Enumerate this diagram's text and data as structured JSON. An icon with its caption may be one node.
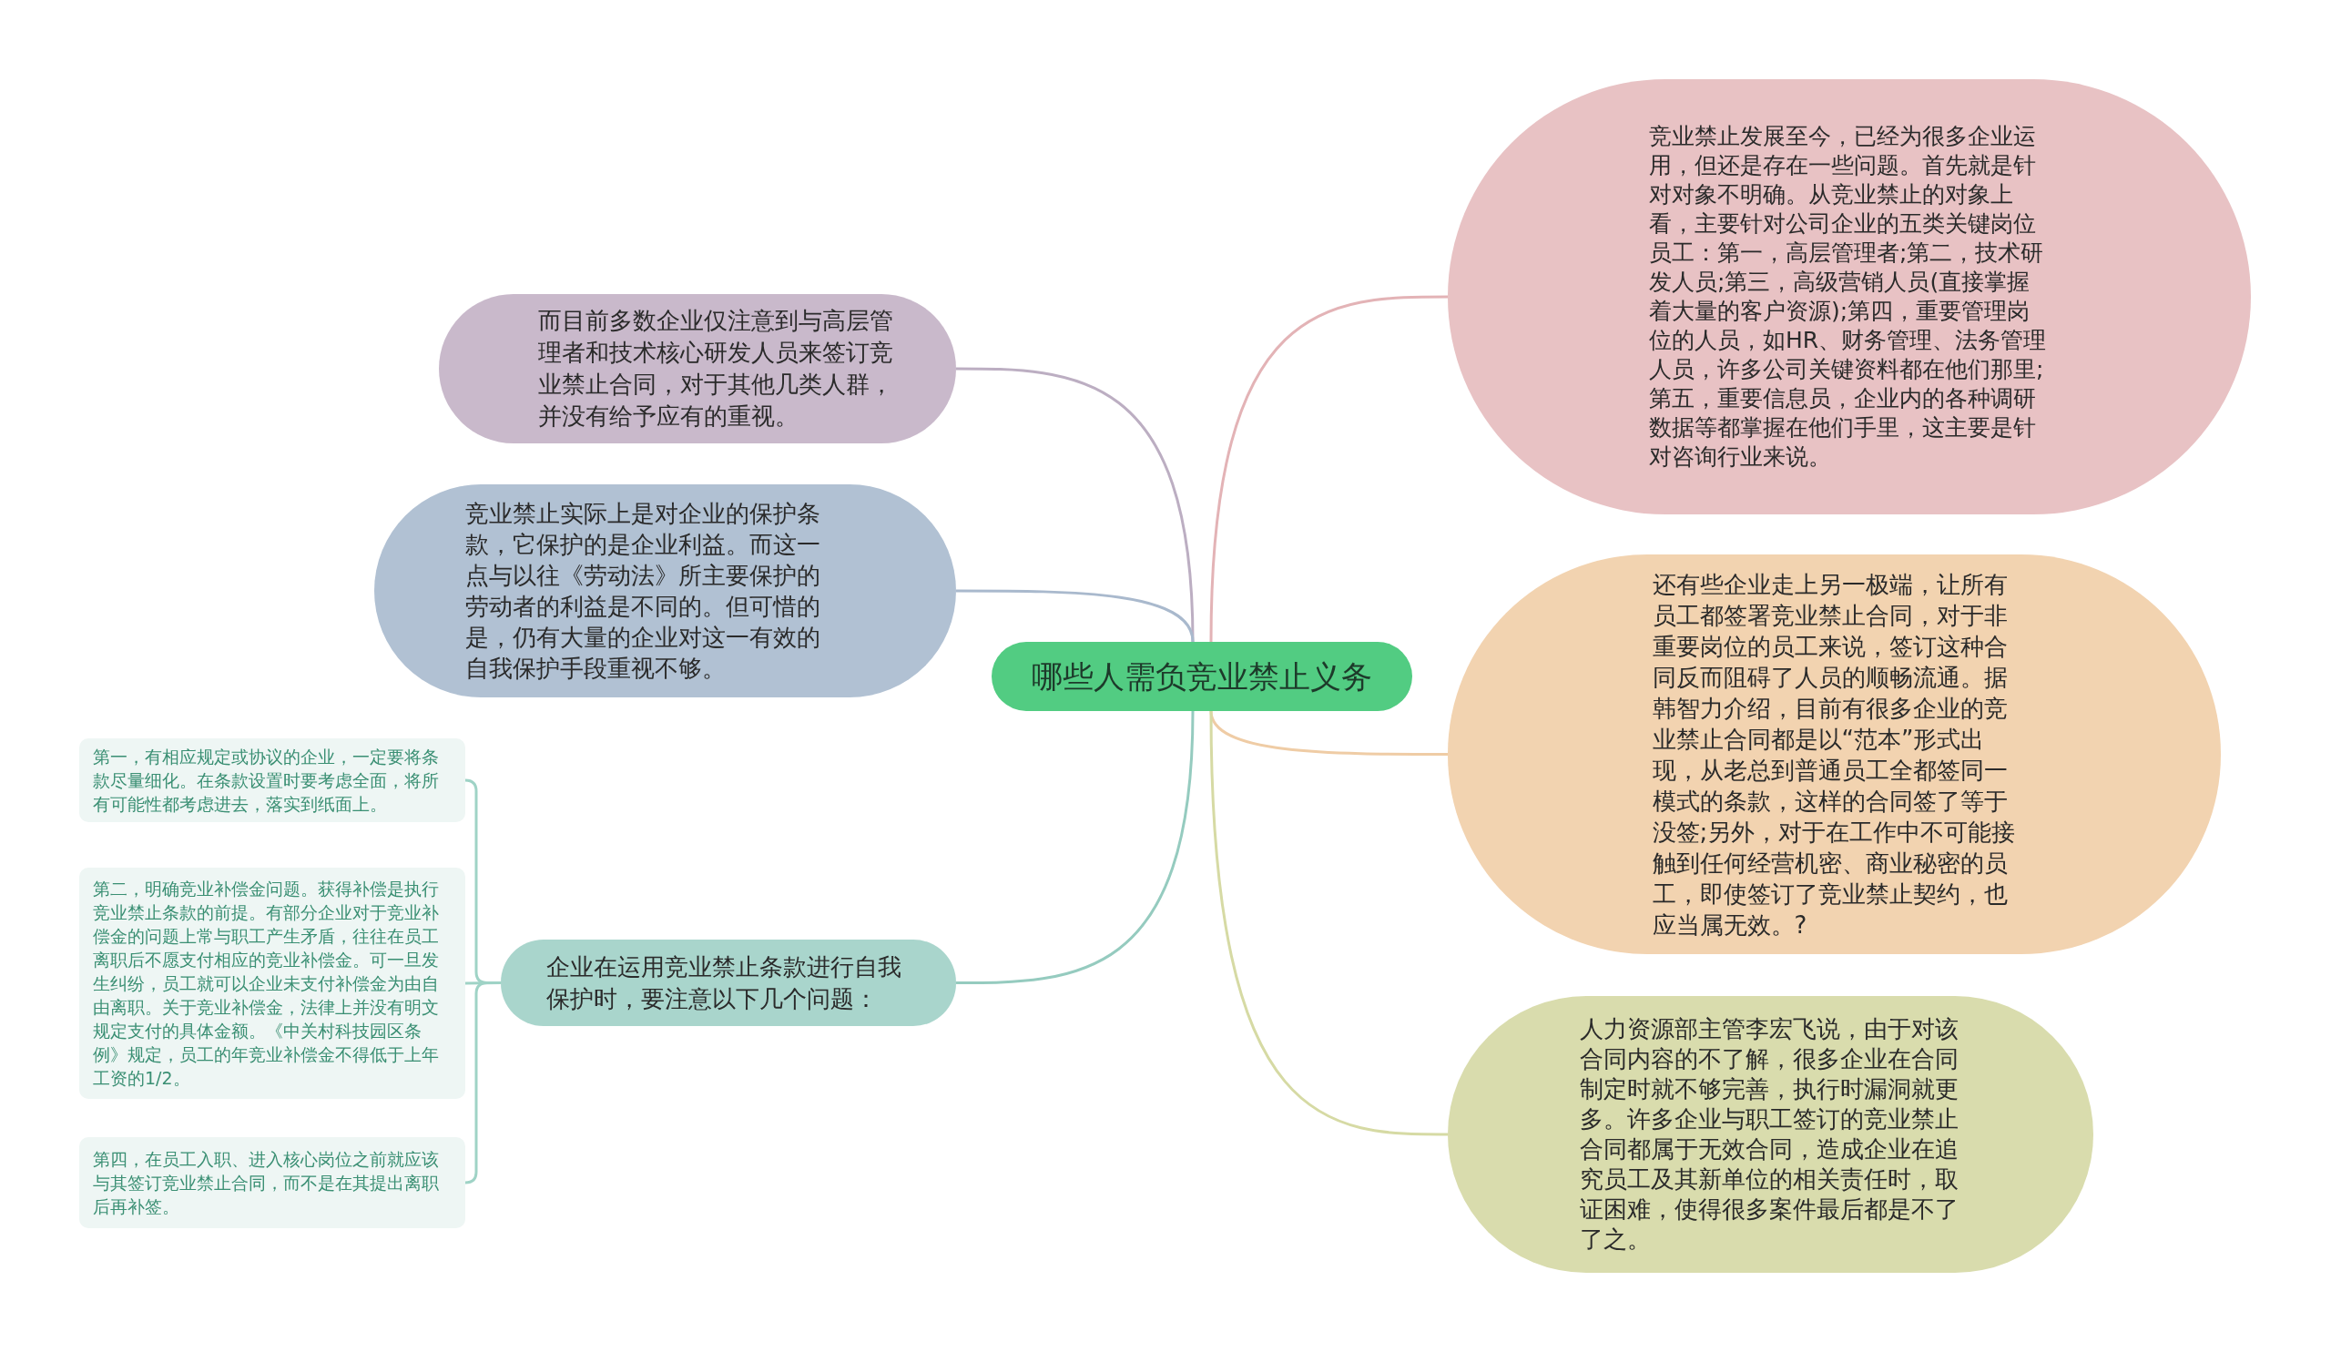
{
  "diagram": {
    "nodes": [
      {
        "text": [
          "哪些人需负竞业禁止义务"
        ]
      },
      {
        "text": [
          "而目前多数企业仅注意到与高层管理者和技术核心研发人员来签订竞业禁止合同，对于其他几类人群，并没有给予应有的重视。"
        ]
      },
      {
        "text": [
          "竞业禁止实际上是对企业的保护条款，它保护的是企业利益。而这一点与以往《劳动法》所主要保护的劳动者的利益是不同的。但可惜的是，仍有大量的企业对这一有效的自我保护手段重视不够。"
        ]
      },
      {
        "text": [
          "企业在运用竞业禁止条款进行自我保护时，要注意以下几个问题："
        ]
      },
      {
        "text": [
          "第一，有相应规定或协议的企业，一定要将条款尽量细化。在条款设置时要考虑全面，将所有可能性都考虑进去，落实到纸面上。"
        ]
      },
      {
        "text": [
          "第二，明确竞业补偿金问题。获得补偿是执行竞业禁止条款的前提。有部分企业对于竞业补偿金的问题上常与职工产生矛盾，往往在员工离职后不愿支付相应的竞业补偿金。可一旦发生纠纷，员工就可以企业未支付补偿金为由自由离职。关于竞业补偿金，法律上并没有明文规定支付的具体金额。《中关村科技园区条例》规定，员工的年竞业补偿金不得低于上年工资的1/2。"
        ]
      },
      {
        "text": [
          "第四，在员工入职、进入核心岗位之前就应该与其签订竞业禁止合同，而不是在其提出离职后再补签。"
        ]
      },
      {
        "text": [
          "竞业禁止发展至今，已经为很多企业运用，但还是存在一些问题。首先就是针对对象不明确。从竞业禁止的对象上看，主要针对公司企业的五类关键岗位员工：第一，高层管理者;第二，技术研发人员;第三，高级营销人员(直接掌握着大量的客户资源);第四，重要管理岗位的人员，如HR、财务管理、法务管理人员，许多公司关键资料都在他们那里;第五，重要信息员，企业内的各种调研数据等都掌握在他们手里，这主要是针对咨询行业来说。"
        ]
      },
      {
        "text": [
          "还有些企业走上另一极端，让所有员工都签署竞业禁止合同，对于非重要岗位的员工来说，签订这种合同反而阻碍了人员的顺畅流通。据韩智力介绍，目前有很多企业的竞业禁止合同都是以“范本”形式出现，从老总到普通员工全都签同一模式的条款，这样的合同签了等于没签;另外，对于在工作中不可能接触到任何经营机密、商业秘密的员工，即使签订了竞业禁止契约，也应当属无效。?"
        ]
      },
      {
        "text": [
          "人力资源部主管李宏飞说，由于对该合同内容的不了解，很多企业在合同制定时就不够完善，执行时漏洞就更多。许多企业与职工签订的竞业禁止合同都属于无效合同，造成企业在追究员工及其新单位的相关责任时，取证困难，使得很多案件最后都是不了了之。"
        ]
      }
    ],
    "edges": [
      {
        "from": 0,
        "to": 1,
        "arrow": "none",
        "color": "#bcaec2"
      },
      {
        "from": 0,
        "to": 2,
        "arrow": "none",
        "color": "#a9b9cd"
      },
      {
        "from": 0,
        "to": 3,
        "arrow": "none",
        "color": "#95cbbf"
      },
      {
        "from": 3,
        "to": 4,
        "arrow": "none",
        "color": "#9fd3c6"
      },
      {
        "from": 3,
        "to": 5,
        "arrow": "none",
        "color": "#9fd3c6"
      },
      {
        "from": 3,
        "to": 6,
        "arrow": "none",
        "color": "#9fd3c6"
      },
      {
        "from": 0,
        "to": 7,
        "arrow": "none",
        "color": "#e3b3b6"
      },
      {
        "from": 0,
        "to": 8,
        "arrow": "none",
        "color": "#efcca5"
      },
      {
        "from": 0,
        "to": 9,
        "arrow": "none",
        "color": "#d6daa4"
      }
    ]
  }
}
